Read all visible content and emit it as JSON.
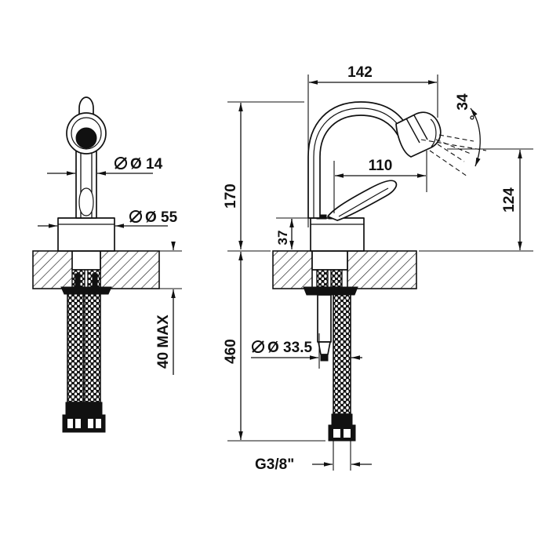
{
  "drawing": {
    "title": "Bidet mixer tap technical dimension drawing",
    "background_color": "#ffffff",
    "line_color": "#111111",
    "views": [
      {
        "name": "front-view",
        "label": ""
      },
      {
        "name": "side-view",
        "label": ""
      }
    ]
  },
  "dimensions": {
    "front": {
      "spout_dia": "Ø 14",
      "body_dia": "Ø 55",
      "max_thickness": "40 MAX"
    },
    "side": {
      "reach_total": "142",
      "height_total": "170",
      "reach_inner": "110",
      "aerator_height": "124",
      "spout_base": "37",
      "angle": "34",
      "angle_unit": "°",
      "hose_length": "460",
      "flange_dia": "Ø 33.5",
      "thread": "G3/8\""
    }
  },
  "labels": [
    {
      "id": "dia-14",
      "text": "Ø 14"
    },
    {
      "id": "dia-55",
      "text": "Ø 55"
    },
    {
      "id": "max-40",
      "text": "40 MAX"
    },
    {
      "id": "len-142",
      "text": "142"
    },
    {
      "id": "len-170",
      "text": "170"
    },
    {
      "id": "len-110",
      "text": "110"
    },
    {
      "id": "len-124",
      "text": "124"
    },
    {
      "id": "len-37",
      "text": "37"
    },
    {
      "id": "ang-34",
      "text": "34"
    },
    {
      "id": "ang-deg",
      "text": "°"
    },
    {
      "id": "len-460",
      "text": "460"
    },
    {
      "id": "dia-335",
      "text": "Ø 33.5"
    },
    {
      "id": "thread-g38",
      "text": "G3/8\""
    }
  ]
}
